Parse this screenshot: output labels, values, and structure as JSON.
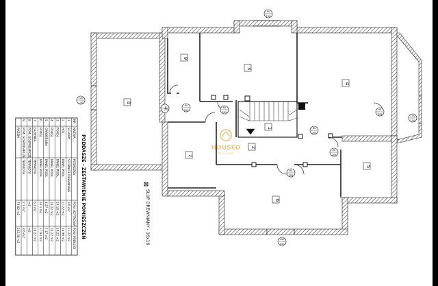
{
  "rooms": [
    {
      "key": "r1",
      "label": "1"
    },
    {
      "key": "r2",
      "label": "2"
    },
    {
      "key": "r3",
      "label": "3"
    },
    {
      "key": "r4",
      "label": "4"
    },
    {
      "key": "r5",
      "label": "5"
    },
    {
      "key": "r6",
      "label": "6"
    },
    {
      "key": "r7",
      "label": "7"
    },
    {
      "key": "r8",
      "label": "8"
    },
    {
      "key": "r9",
      "label": "9"
    }
  ],
  "door_tags": [
    {
      "top": "90",
      "bottom": "205"
    },
    {
      "top": "80",
      "bottom": "205"
    },
    {
      "top": "80",
      "bottom": "205"
    },
    {
      "top": "80",
      "bottom": "205"
    },
    {
      "top": "90",
      "bottom": "205"
    },
    {
      "top": "80",
      "bottom": "205"
    },
    {
      "top": "80",
      "bottom": "205"
    }
  ],
  "window_tags": [
    {
      "top": "90",
      "bottom": "150"
    },
    {
      "top": "120",
      "bottom": "150"
    },
    {
      "top": "150",
      "bottom": "150"
    },
    {
      "top": "150",
      "bottom": "150"
    }
  ],
  "column_note": "SŁUP DREWNIANY - 16x16",
  "watermark": {
    "brand": "HOUSEO",
    "sub": "REAL ESTATE"
  },
  "table": {
    "title": "PODDASZE - ZESTAWIENIE POMIESZCZEŃ",
    "headers": [
      "NR",
      "NAZWA",
      "POSADZKA",
      "POW. UŻYTKOWA",
      "POW. PODŁOGI"
    ],
    "rows": [
      [
        "1",
        "SCHODY",
        "STOPNICE DREWNIANE",
        "3.6 m2",
        "11.22 m2"
      ],
      [
        "2",
        "HOL",
        "PANEL PODŁ.",
        "11.22 m2",
        "14.96 m2"
      ],
      [
        "3",
        "POKÓJ",
        "PANEL PODŁ.",
        "14.10 m2",
        "19.22 m2"
      ],
      [
        "4",
        "POKÓJ",
        "PANEL PODŁ.",
        "16.22 m2",
        "16.22 m2"
      ],
      [
        "5",
        "GARDEROBA",
        "PANEL PODŁ.",
        "4.27 m2",
        "7.17 m2"
      ],
      [
        "6",
        "POKÓJ",
        "PANEL PODŁ.",
        "10.1 m2",
        "17.93 m2"
      ],
      [
        "7",
        "ŁAZIENKA",
        "TERAKOTA",
        "6.1 m2",
        "18.27 m2"
      ],
      [
        "8",
        "POM. GOSPODARCZE",
        "TERAKOTA",
        "m2",
        "m2"
      ],
      [
        "9",
        "POM. GOSPODARCZE",
        "TERAKOTA",
        "2.7 m2",
        "3.6 m2"
      ]
    ],
    "total_label": "RAZEM",
    "total_usable": "73.02 m2",
    "total_floor": "102.58 m2"
  }
}
